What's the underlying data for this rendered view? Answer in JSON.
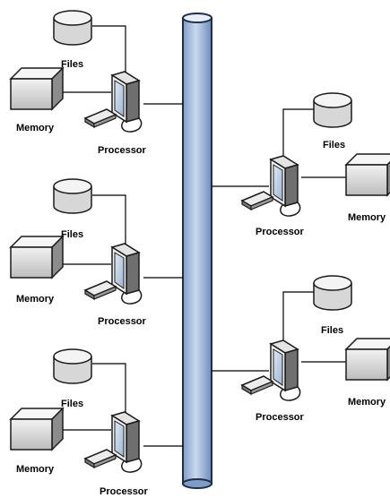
{
  "diagram": {
    "nodes": [
      {
        "files_label": "Files",
        "memory_label": "Memory",
        "processor_label": "Processor"
      },
      {
        "files_label": "Files",
        "memory_label": "Memory",
        "processor_label": "Processor"
      },
      {
        "files_label": "Files",
        "memory_label": "Memory",
        "processor_label": "Processor"
      },
      {
        "files_label": "Files",
        "memory_label": "Memory",
        "processor_label": "Processor"
      },
      {
        "files_label": "Files",
        "memory_label": "Memory",
        "processor_label": "Processor"
      }
    ],
    "bus": {
      "color": "#a9c1e2",
      "outline": "#1f2d45"
    },
    "icons": {
      "files": "disk-icon",
      "memory": "memory-box-icon",
      "processor": "monitor-icon",
      "keyboard": "keyboard-icon"
    }
  }
}
